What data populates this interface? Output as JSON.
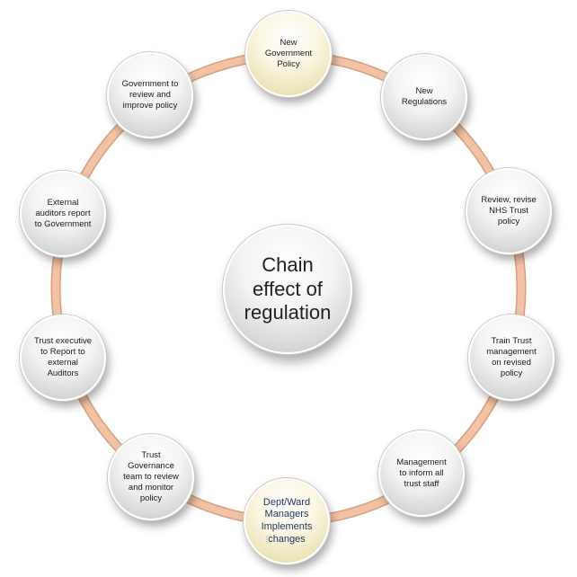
{
  "center": {
    "label": "Chain\neffect of\nregulation"
  },
  "nodes": [
    {
      "label": "New\nGovernment\nPolicy",
      "highlight": true
    },
    {
      "label": "New\nRegulations"
    },
    {
      "label": "Review, revise\nNHS Trust\npolicy"
    },
    {
      "label": "Train Trust\nmanagement\non revised\npolicy"
    },
    {
      "label": "Management\nto inform all\ntrust staff"
    },
    {
      "label": "Dept/Ward\nManagers\nImplements\nchanges",
      "highlight": true
    },
    {
      "label": "Trust\nGovernance\nteam to review\nand monitor\npolicy"
    },
    {
      "label": "Trust executive\nto Report to\nexternal\nAuditors"
    },
    {
      "label": "External\nauditors report\nto Government"
    },
    {
      "label": "Government to\nreview and\nimprove policy"
    }
  ],
  "colors": {
    "ring": "#f2c2a4",
    "ring_edge": "#d99e7f",
    "highlight": "#ece3b8",
    "highlight_text": "#1f3864"
  }
}
